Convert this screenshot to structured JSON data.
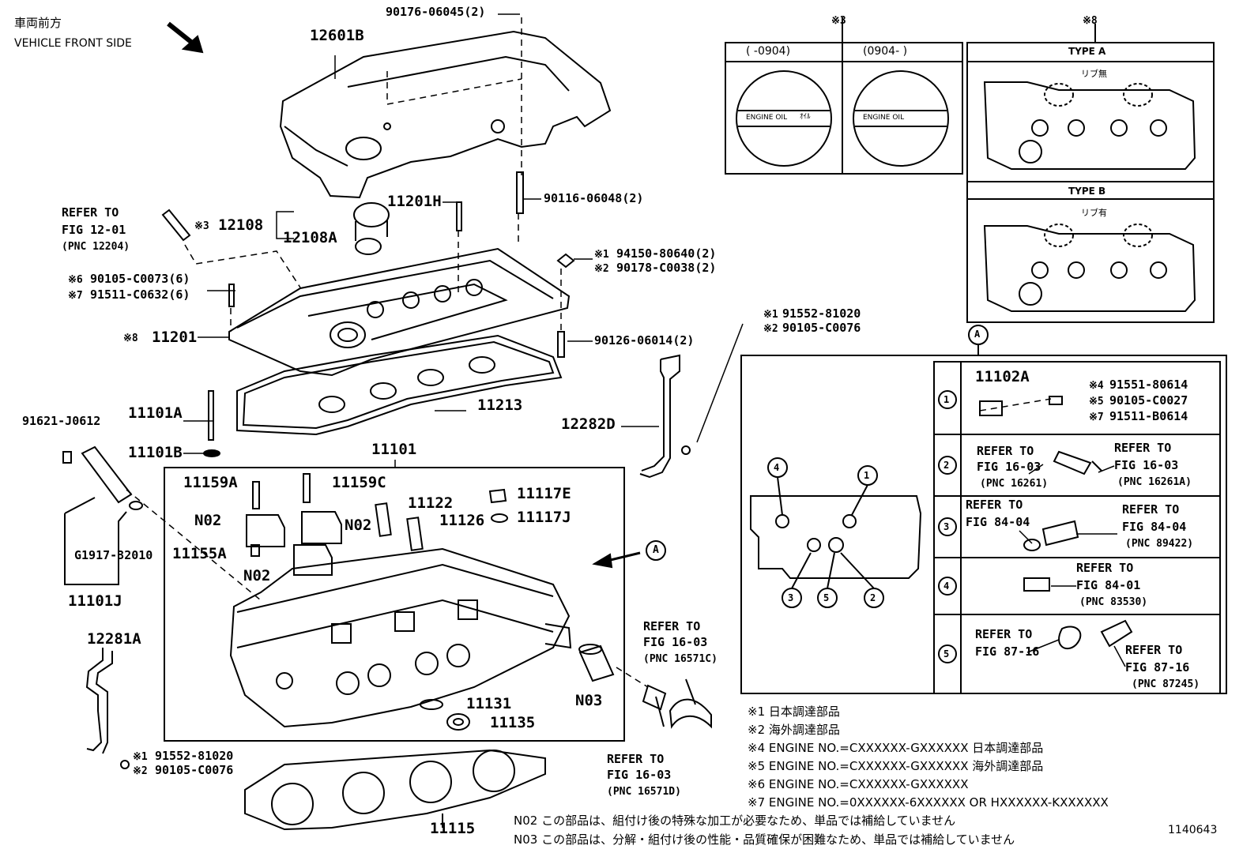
{
  "header": {
    "vehicle_front_jp": "車両前方",
    "vehicle_front_en": "VEHICLE FRONT SIDE"
  },
  "part_labels": {
    "p_90176": "90176-06045(2)",
    "p_12601B": "12601B",
    "p_90116": "90116-06048(2)",
    "p_11201H": "11201H",
    "p_12108": "12108",
    "p_12108A": "12108A",
    "p_94150": "94150-80640(2)",
    "p_90178": "90178-C0038(2)",
    "p_90105_6": "90105-C0073(6)",
    "p_91511_6": "91511-C0632(6)",
    "p_11201": "11201",
    "p_90126": "90126-06014(2)",
    "p_91552_top": "91552-81020",
    "p_90105_C0076_top": "90105-C0076",
    "p_11213": "11213",
    "p_12282D": "12282D",
    "p_11101A": "11101A",
    "p_11101B": "11101B",
    "p_91621": "91621-J0612",
    "p_11101": "11101",
    "p_11159A": "11159A",
    "p_11159C": "11159C",
    "p_11122": "11122",
    "p_11117E": "11117E",
    "p_11126": "11126",
    "p_11117J": "11117J",
    "p_N02": "N02",
    "p_11155A": "11155A",
    "p_G1917": "G1917-32010",
    "p_11101J": "11101J",
    "p_12281A": "12281A",
    "p_N03": "N03",
    "p_11131": "11131",
    "p_11135": "11135",
    "p_91552_bot": "91552-81020",
    "p_90105_bot": "90105-C0076",
    "p_11115": "11115",
    "circle_A": "A"
  },
  "refer": {
    "fig12": [
      "REFER TO",
      "FIG 12-01",
      "(PNC 12204)"
    ],
    "fig16c": [
      "REFER TO",
      "FIG 16-03",
      "(PNC 16571C)"
    ],
    "fig16d": [
      "REFER TO",
      "FIG 16-03",
      "(PNC 16571D)"
    ]
  },
  "marks": {
    "m1": "※1",
    "m2": "※2",
    "m3": "※3",
    "m4": "※4",
    "m5": "※5",
    "m6": "※6",
    "m7": "※7",
    "m8": "※8"
  },
  "inset3": {
    "title": "※3",
    "col1": "(     -0904)",
    "col2": "(0904-      )",
    "cap1": "ENGINE OIL",
    "cap1_jp": "ｵｲﾙ",
    "cap2": "ENGINE OIL"
  },
  "inset8": {
    "title": "※8",
    "typeA": "TYPE  A",
    "typeA_note": "リブ無",
    "typeB": "TYPE  B",
    "typeB_note": "リブ有"
  },
  "detailA": {
    "circle": "A",
    "rows": [
      {
        "num": "1",
        "part": "11102A",
        "l1": "91551-80614",
        "l2": "90105-C0027",
        "l3": "91511-B0614"
      },
      {
        "num": "2",
        "left": [
          "REFER TO",
          "FIG 16-03",
          "(PNC 16261)"
        ],
        "right": [
          "REFER TO",
          "FIG 16-03",
          "(PNC 16261A)"
        ]
      },
      {
        "num": "3",
        "left": [
          "REFER TO",
          "FIG 84-04"
        ],
        "right": [
          "REFER TO",
          "FIG 84-04",
          "(PNC 89422)"
        ]
      },
      {
        "num": "4",
        "right": [
          "REFER TO",
          "FIG 84-01",
          "(PNC 83530)"
        ]
      },
      {
        "num": "5",
        "left": [
          "REFER TO",
          "FIG 87-16"
        ],
        "right": [
          "REFER TO",
          "FIG 87-16",
          "(PNC 87245)"
        ]
      }
    ],
    "block_callouts": [
      "1",
      "2",
      "3",
      "4",
      "5"
    ]
  },
  "notes": [
    "※1 日本調達部品",
    "※2 海外調達部品",
    "※4 ENGINE NO.=CXXXXXX-GXXXXXX 日本調達部品",
    "※5 ENGINE NO.=CXXXXXX-GXXXXXX 海外調達部品",
    "※6 ENGINE NO.=CXXXXXX-GXXXXXX",
    "※7 ENGINE NO.=0XXXXXX-6XXXXXX OR HXXXXXX-KXXXXXX"
  ],
  "footnotes": [
    "N02  この部品は、組付け後の特殊な加工が必要なため、単品では補給していません",
    "N03  この部品は、分解・組付け後の性能・品質確保が困難なため、単品では補給していません"
  ],
  "figure_id": "1140643"
}
